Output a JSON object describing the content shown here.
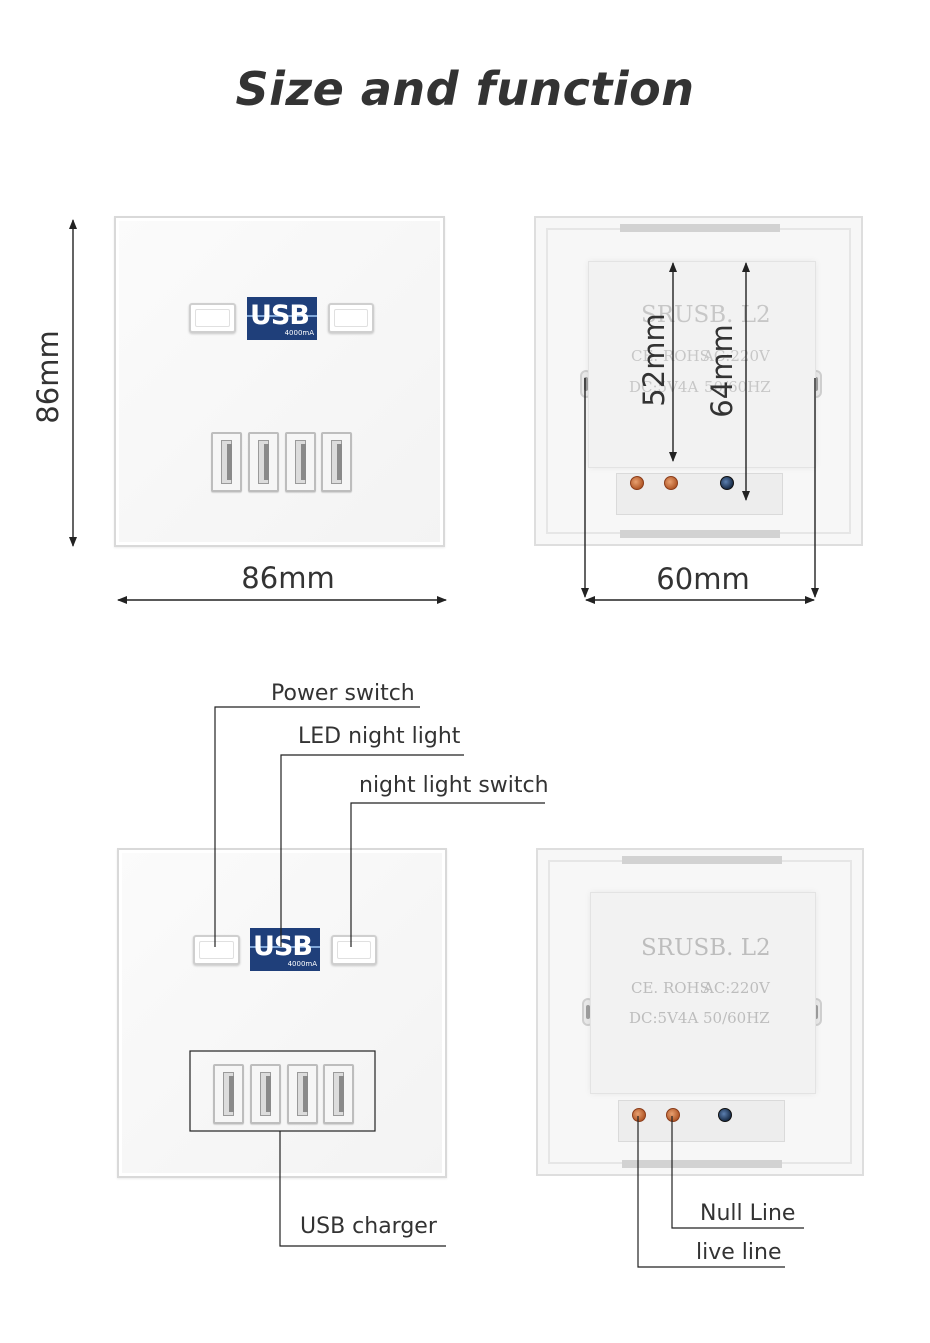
{
  "title": "Size and function",
  "dimensions": {
    "front_height": "86mm",
    "front_width": "86mm",
    "back_inner_52": "52mm",
    "back_inner_64": "64mm",
    "back_width": "60mm"
  },
  "badge": {
    "text": "USB",
    "sub": "4000mA"
  },
  "back_print": {
    "model": "SRUSB. L2",
    "cert": "CE. ROHS",
    "ac": "AC:220V",
    "dc": "DC:5V4A",
    "freq": "50/60HZ"
  },
  "callouts": {
    "power_switch": "Power switch",
    "led_night_light": "LED night light",
    "night_light_switch": "night light switch",
    "usb_charger": "USB charger",
    "null_line": "Null Line",
    "live_line": "live line"
  },
  "colors": {
    "badge_blue": "#1f3f7a",
    "text": "#333333",
    "brass_terminal": "#b35a2a",
    "ground_terminal": "#1a2e4a"
  }
}
